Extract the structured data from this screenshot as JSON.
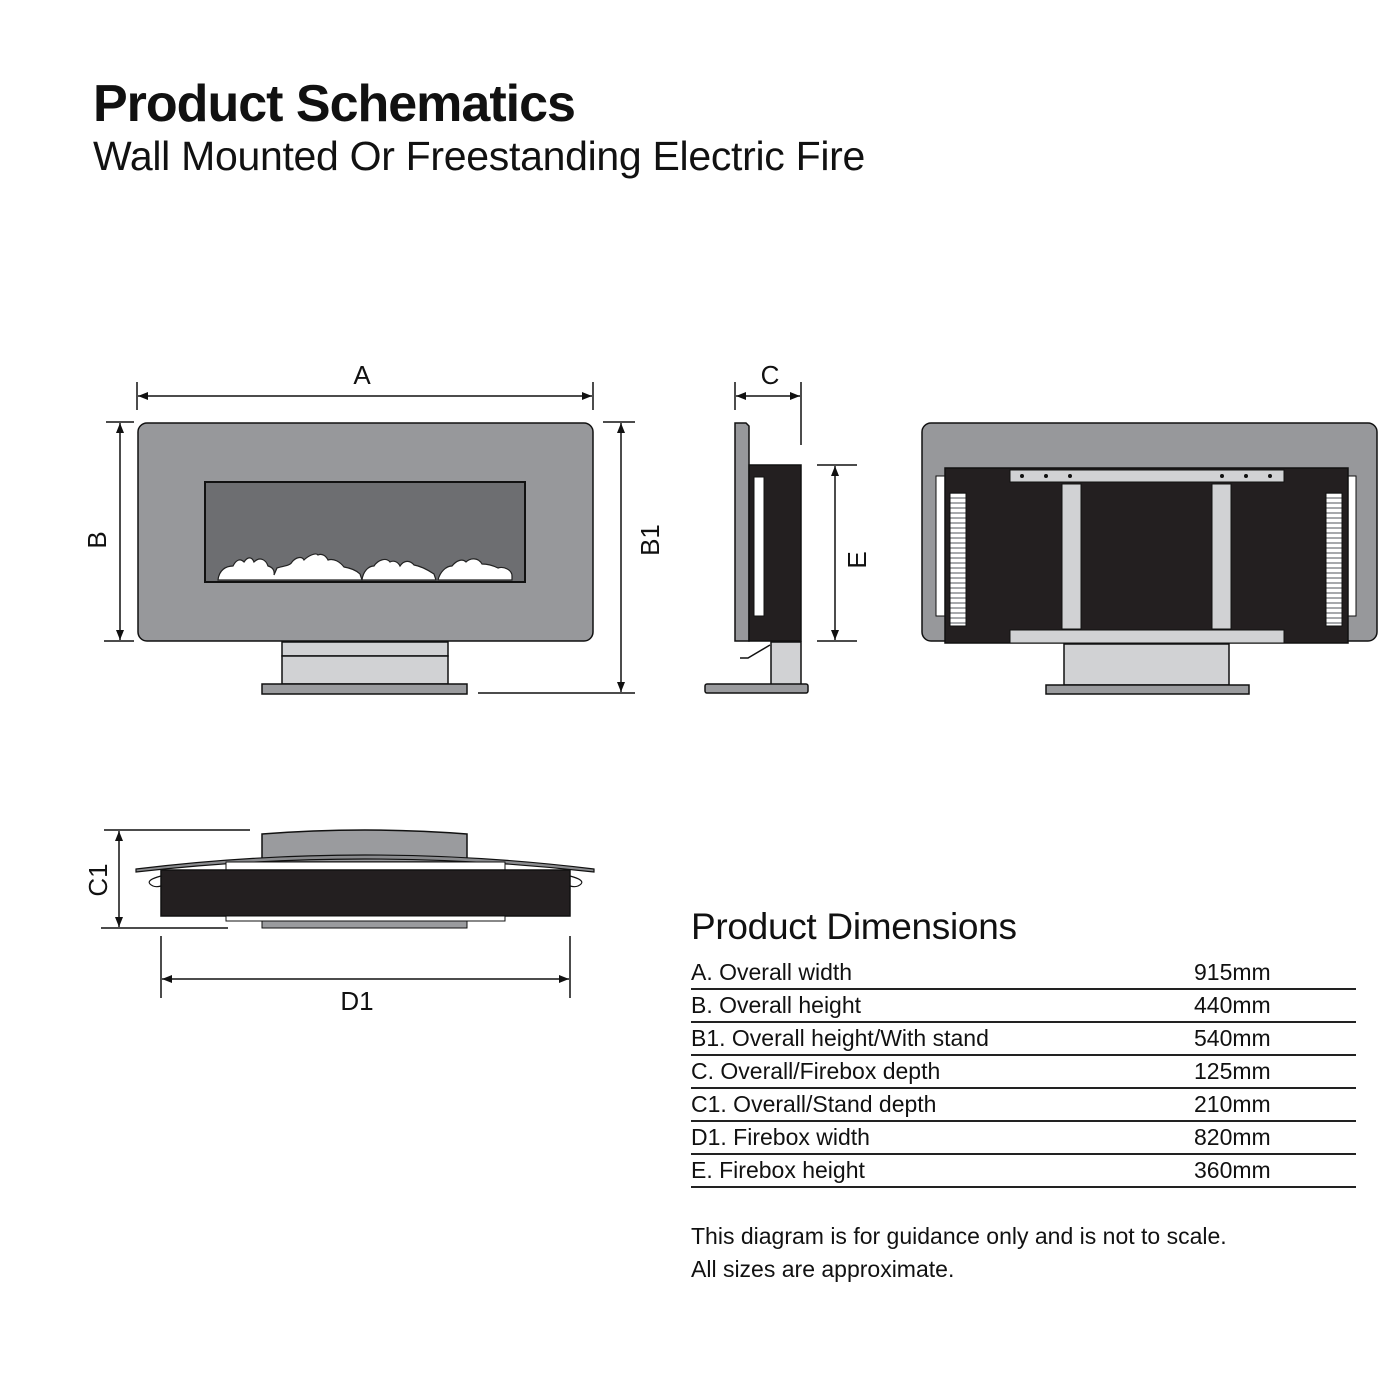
{
  "header": {
    "title": "Product Schematics",
    "subtitle": "Wall Mounted Or Freestanding Electric Fire"
  },
  "diagram_labels": {
    "front_width": "A",
    "front_height": "B",
    "front_height_with_stand": "B1",
    "side_depth": "C",
    "side_firebox_height": "E",
    "top_depth": "C1",
    "top_firebox_width": "D1"
  },
  "views": [
    "front-view",
    "side-view",
    "rear-view",
    "top-view"
  ],
  "colors": {
    "panel_gray": "#97989b",
    "firebox_dark": "#6d6e71",
    "body_black": "#231f20",
    "stand_light": "#d1d2d4",
    "base_gray": "#9a9b9e",
    "flame_white": "#ffffff"
  },
  "dimensions": {
    "heading": "Product Dimensions",
    "rows": [
      {
        "label": "A. Overall width",
        "value": "915mm"
      },
      {
        "label": "B. Overall height",
        "value": "440mm"
      },
      {
        "label": "B1. Overall height/With stand",
        "value": "540mm"
      },
      {
        "label": "C. Overall/Firebox depth",
        "value": "125mm"
      },
      {
        "label": "C1. Overall/Stand depth",
        "value": "210mm"
      },
      {
        "label": "D1. Firebox width",
        "value": "820mm"
      },
      {
        "label": "E. Firebox height",
        "value": "360mm"
      }
    ]
  },
  "notes": {
    "line1": "This diagram is for guidance only and is not to scale.",
    "line2": "All sizes are approximate."
  }
}
